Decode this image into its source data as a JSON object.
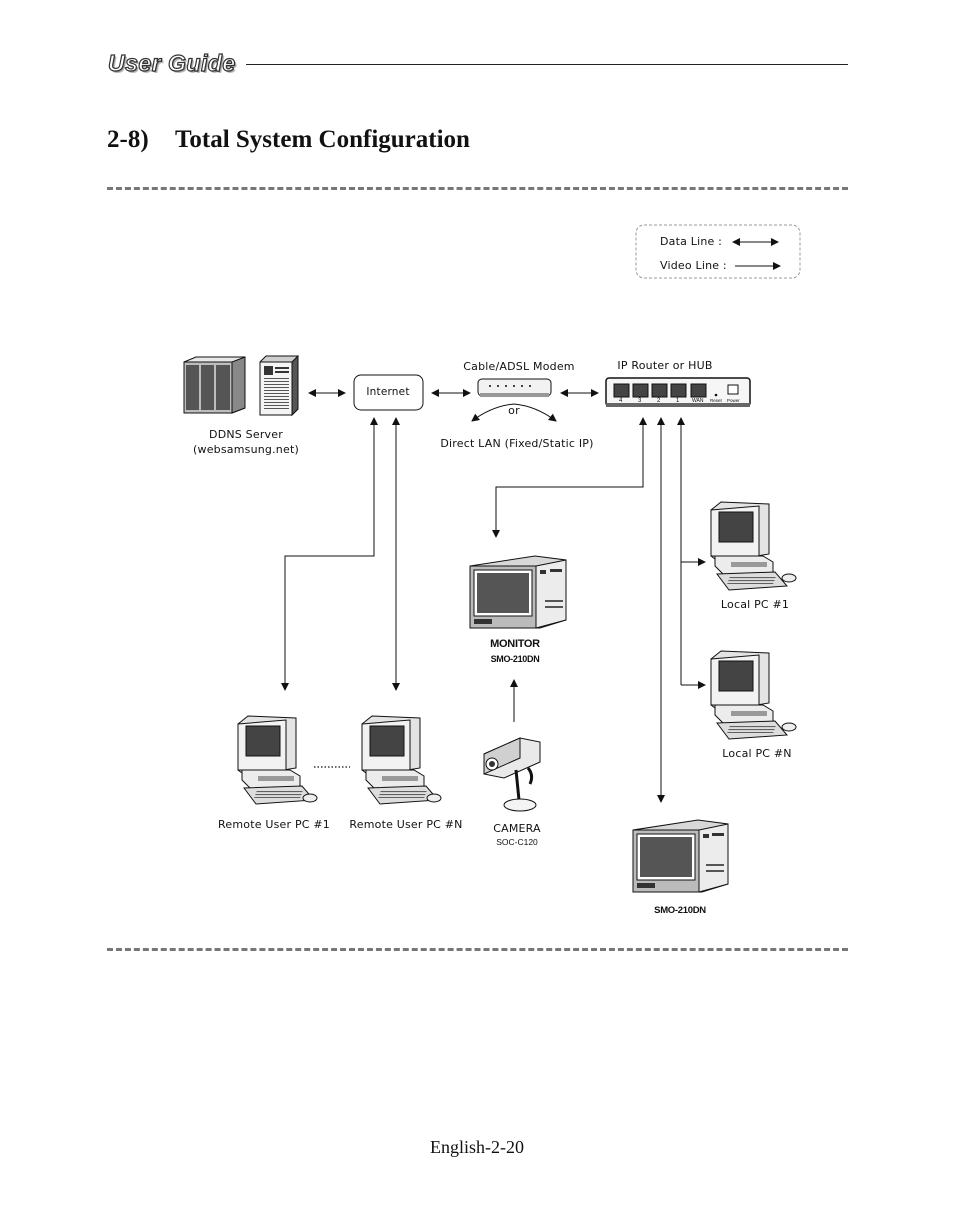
{
  "header": {
    "logo_text": "User Guide"
  },
  "section": {
    "number": "2-8)",
    "title": "Total System Configuration"
  },
  "legend": {
    "data_line": "Data Line :",
    "video_line": "Video Line :"
  },
  "nodes": {
    "ddns": {
      "line1": "DDNS Server",
      "line2": "(websamsung.net)"
    },
    "internet": "Internet",
    "modem": {
      "title": "Cable/ADSL Modem",
      "or": "or",
      "alt": "Direct LAN (Fixed/Static IP)"
    },
    "router": {
      "title": "IP Router or HUB",
      "ports": [
        "4",
        "3",
        "2",
        "1",
        "WAN"
      ],
      "reset": "Reset",
      "power": "Power"
    },
    "monitor": {
      "title": "MONITOR",
      "model": "SMO-210DN"
    },
    "camera": {
      "title": "CAMERA",
      "model": "SOC-C120"
    },
    "monitor2": {
      "model": "SMO-210DN"
    },
    "local_pc_1": "Local PC #1",
    "local_pc_n": "Local PC #N",
    "remote_pc_1": "Remote User PC #1",
    "remote_pc_n": "Remote User PC #N"
  },
  "footer": {
    "page": "English-2-20"
  }
}
